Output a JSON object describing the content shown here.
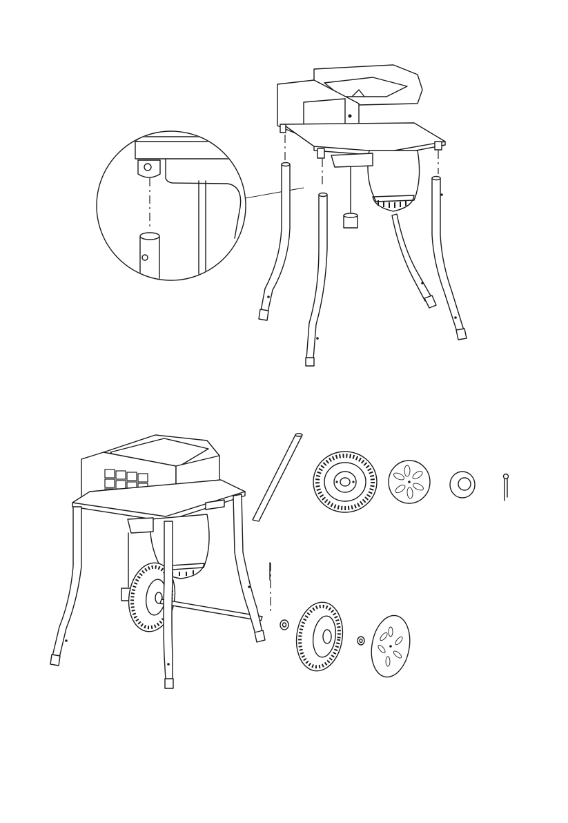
{
  "page": {
    "background": "#ffffff",
    "line_color": "#1a1a1a"
  },
  "figures": [
    {
      "id": "legs-to-frame",
      "callout": "detail-circle",
      "parts": [
        "frame-with-chute",
        "motor",
        "leg",
        "leg",
        "leg",
        "leg",
        "foot-cap"
      ]
    },
    {
      "id": "wheels-and-axle",
      "parts": [
        "axle-rod",
        "wheel",
        "hubcap",
        "washer",
        "cotter-pin"
      ]
    }
  ]
}
